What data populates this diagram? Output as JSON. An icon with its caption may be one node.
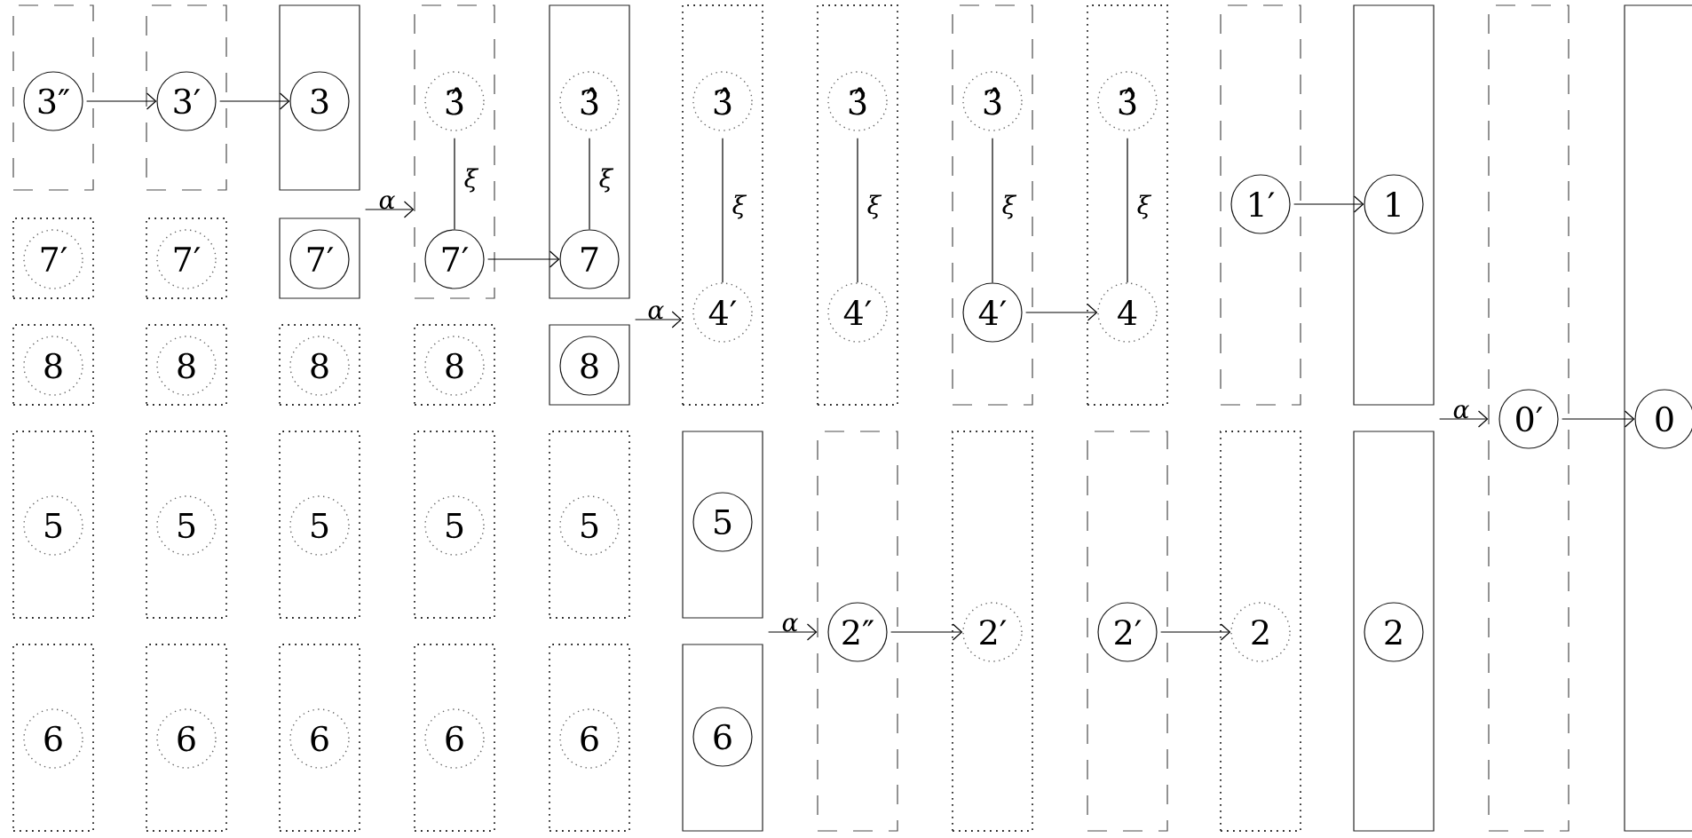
{
  "diagram": {
    "nodes": [
      {
        "text": [],
        "shape": "box"
      },
      {
        "text": [
          "3″"
        ],
        "in": 0
      },
      {
        "text": [],
        "shape": "box"
      },
      {
        "text": [
          "7′"
        ],
        "in": 2
      },
      {
        "text": [],
        "shape": "box"
      },
      {
        "text": [
          "8"
        ],
        "in": 4
      },
      {
        "text": [],
        "shape": "box"
      },
      {
        "text": [
          "5"
        ],
        "in": 6
      },
      {
        "text": [],
        "shape": "box"
      },
      {
        "text": [
          "6"
        ],
        "in": 8
      },
      {
        "text": [],
        "shape": "box"
      },
      {
        "text": [
          "3′"
        ],
        "in": 10
      },
      {
        "text": [],
        "shape": "box"
      },
      {
        "text": [
          "7′"
        ],
        "in": 12
      },
      {
        "text": [],
        "shape": "box"
      },
      {
        "text": [
          "8"
        ],
        "in": 14
      },
      {
        "text": [],
        "shape": "box"
      },
      {
        "text": [
          "5"
        ],
        "in": 16
      },
      {
        "text": [],
        "shape": "box"
      },
      {
        "text": [
          "6"
        ],
        "in": 18
      },
      {
        "text": [],
        "shape": "box"
      },
      {
        "text": [
          "3"
        ],
        "in": 20
      },
      {
        "text": [],
        "shape": "box"
      },
      {
        "text": [
          "7′"
        ],
        "in": 22
      },
      {
        "text": [],
        "shape": "box"
      },
      {
        "text": [
          "8"
        ],
        "in": 24
      },
      {
        "text": [],
        "shape": "box"
      },
      {
        "text": [
          "5"
        ],
        "in": 26
      },
      {
        "text": [],
        "shape": "box"
      },
      {
        "text": [
          "6"
        ],
        "in": 28
      },
      {
        "text": [],
        "shape": "box"
      },
      {
        "text": [
          "3̂"
        ],
        "in": 30
      },
      {
        "text": [
          "7′"
        ],
        "in": 30
      },
      {
        "text": [],
        "shape": "box"
      },
      {
        "text": [
          "8"
        ],
        "in": 33
      },
      {
        "text": [],
        "shape": "box"
      },
      {
        "text": [
          "5"
        ],
        "in": 35
      },
      {
        "text": [],
        "shape": "box"
      },
      {
        "text": [
          "6"
        ],
        "in": 37
      },
      {
        "text": [],
        "shape": "box"
      },
      {
        "text": [
          "3̂"
        ],
        "in": 39
      },
      {
        "text": [
          "7"
        ],
        "in": 39
      },
      {
        "text": [],
        "shape": "box"
      },
      {
        "text": [
          "8"
        ],
        "in": 42
      },
      {
        "text": [],
        "shape": "box"
      },
      {
        "text": [
          "5"
        ],
        "in": 44
      },
      {
        "text": [],
        "shape": "box"
      },
      {
        "text": [
          "6"
        ],
        "in": 46
      },
      {
        "text": [],
        "shape": "box"
      },
      {
        "text": [
          "3̂"
        ],
        "in": 48
      },
      {
        "text": [
          "4′"
        ],
        "in": 48
      },
      {
        "text": [],
        "shape": "box"
      },
      {
        "text": [
          "5"
        ],
        "in": 51
      },
      {
        "text": [],
        "shape": "box"
      },
      {
        "text": [
          "6"
        ],
        "in": 53
      },
      {
        "text": [],
        "shape": "box"
      },
      {
        "text": [
          "3̂"
        ],
        "in": 55
      },
      {
        "text": [
          "4′"
        ],
        "in": 55
      },
      {
        "text": [],
        "shape": "box"
      },
      {
        "text": [
          "2″"
        ],
        "in": 58
      },
      {
        "text": [],
        "shape": "box"
      },
      {
        "text": [
          "3̂"
        ],
        "in": 60
      },
      {
        "text": [
          "4′"
        ],
        "in": 60
      },
      {
        "text": [],
        "shape": "box"
      },
      {
        "text": [
          "2′"
        ],
        "in": 63
      },
      {
        "text": [],
        "shape": "box"
      },
      {
        "text": [
          "3̂"
        ],
        "in": 65
      },
      {
        "text": [
          "4"
        ],
        "in": 65
      },
      {
        "text": [],
        "shape": "box"
      },
      {
        "text": [
          "2′"
        ],
        "in": 68
      },
      {
        "text": [],
        "shape": "box"
      },
      {
        "text": [
          "1′"
        ],
        "in": 70
      },
      {
        "text": [],
        "shape": "box"
      },
      {
        "text": [
          "2"
        ],
        "in": 72
      },
      {
        "text": [],
        "shape": "box"
      },
      {
        "text": [
          "1"
        ],
        "in": 74
      },
      {
        "text": [],
        "shape": "box"
      },
      {
        "text": [
          "2"
        ],
        "in": 76
      },
      {
        "text": [],
        "shape": "box"
      },
      {
        "text": [
          "0′"
        ],
        "in": 78
      },
      {
        "text": [],
        "shape": "box"
      },
      {
        "text": [
          "0"
        ],
        "in": 80
      }
    ],
    "edges": [
      {
        "from": 1,
        "to": 11,
        "arrow": "to"
      },
      {
        "from": 11,
        "to": 21,
        "arrow": "to"
      },
      {
        "from": 22,
        "to": 30,
        "arrow": "to",
        "label": "α"
      },
      {
        "from": 31,
        "to": 32,
        "arrow": "none",
        "label": "ξ"
      },
      {
        "from": 32,
        "to": 41,
        "arrow": "to"
      },
      {
        "from": 40,
        "to": 41,
        "arrow": "none",
        "label": "ξ"
      },
      {
        "from": 42,
        "to": 48,
        "arrow": "to",
        "label": "α"
      },
      {
        "from": 49,
        "to": 50,
        "arrow": "none",
        "label": "ξ"
      },
      {
        "from": 56,
        "to": 57,
        "arrow": "none",
        "label": "ξ"
      },
      {
        "from": 61,
        "to": 62,
        "arrow": "none",
        "label": "ξ"
      },
      {
        "from": 66,
        "to": 67,
        "arrow": "none",
        "label": "ξ"
      },
      {
        "from": 62,
        "to": 67,
        "arrow": "to"
      },
      {
        "from": 51,
        "to": 58,
        "arrow": "to",
        "label": "α"
      },
      {
        "from": 59,
        "to": 64,
        "arrow": "to"
      },
      {
        "from": 69,
        "to": 73,
        "arrow": "to"
      },
      {
        "from": 71,
        "to": 75,
        "arrow": "to"
      },
      {
        "from": 74,
        "to": 78,
        "arrow": "to",
        "label": "α"
      },
      {
        "from": 79,
        "to": 81,
        "arrow": "to"
      }
    ]
  }
}
